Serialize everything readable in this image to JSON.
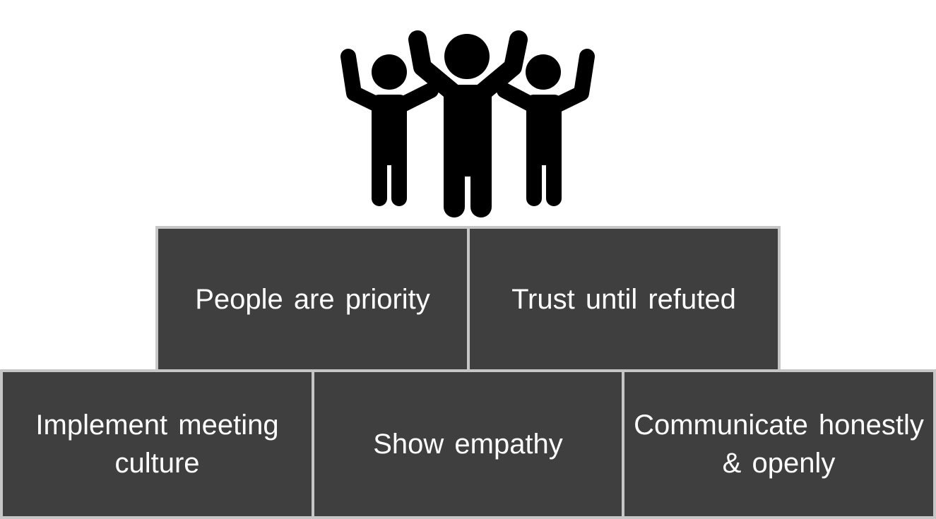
{
  "icon": {
    "name": "group-of-people-cheering",
    "color": "#000000"
  },
  "colors": {
    "block_fill": "#3f3f3f",
    "block_border": "#c6c6c6",
    "text": "#ffffff",
    "background": "#ffffff"
  },
  "top_row": [
    {
      "label": "People are priority"
    },
    {
      "label": "Trust until refuted"
    }
  ],
  "bottom_row": [
    {
      "label": "Implement meeting culture"
    },
    {
      "label": "Show empathy"
    },
    {
      "label": "Communicate honestly & openly"
    }
  ]
}
